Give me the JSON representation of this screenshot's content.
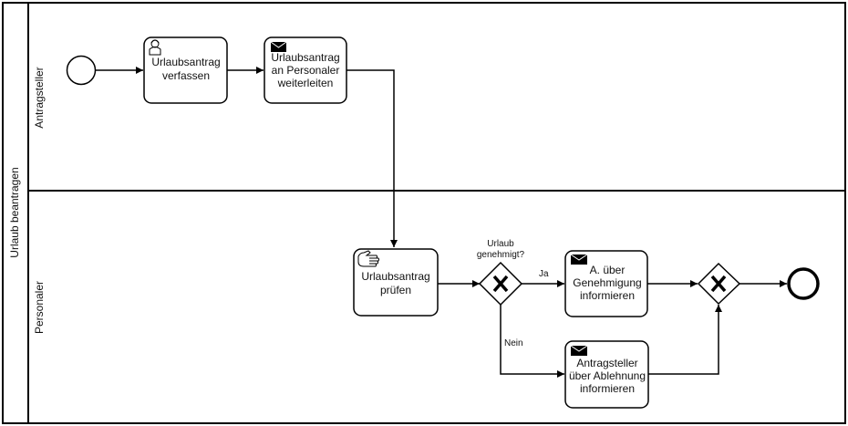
{
  "pool": {
    "label": "Urlaub beantragen"
  },
  "lanes": {
    "antragsteller": "Antragsteller",
    "personaler": "Personaler"
  },
  "tasks": {
    "verfassen": {
      "line1": "Urlaubsantrag",
      "line2": "verfassen",
      "icon": "user-icon"
    },
    "weiterleiten": {
      "line1": "Urlaubsantrag",
      "line2": "an Personaler",
      "line3": "weiterleiten",
      "icon": "envelope-icon"
    },
    "pruefen": {
      "line1": "Urlaubsantrag",
      "line2": "prüfen",
      "icon": "manual-hand-icon"
    },
    "genehmigung": {
      "line1": "A. über",
      "line2": "Genehmigung",
      "line3": "informieren",
      "icon": "envelope-icon"
    },
    "ablehnung": {
      "line1": "Antragsteller",
      "line2": "über Ablehnung",
      "line3": "informieren",
      "icon": "envelope-icon"
    }
  },
  "gateway": {
    "question_line1": "Urlaub",
    "question_line2": "genehmigt?",
    "yes": "Ja",
    "no": "Nein"
  },
  "colors": {
    "stroke": "#000000",
    "fill": "#ffffff"
  }
}
